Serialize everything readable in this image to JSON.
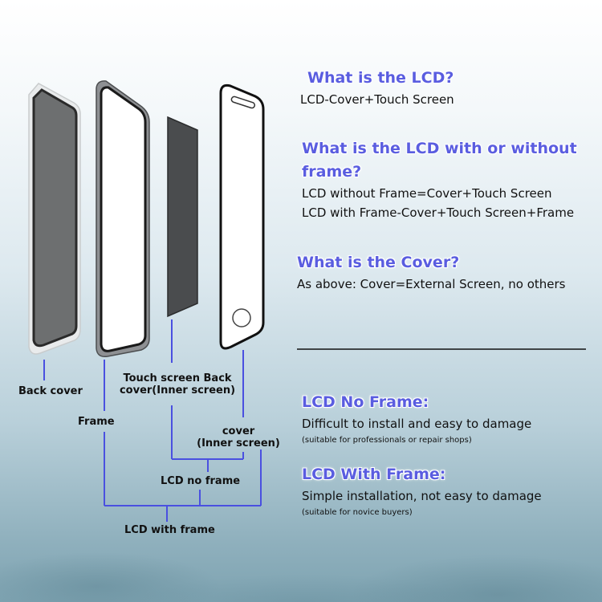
{
  "labels": {
    "back_cover": "Back cover",
    "frame": "Frame",
    "touch_screen_back": "Touch screen Back",
    "touch_screen_back_2": "cover(Inner screen)",
    "cover": "cover",
    "cover_2": "(Inner screen)",
    "lcd_no_frame": "LCD no frame",
    "lcd_with_frame": "LCD with frame"
  },
  "info": {
    "q1_title": "What is the LCD?",
    "q1_answer": "LCD-Cover+Touch Screen",
    "q2_title_1": "What is the LCD with or without",
    "q2_title_2": "frame?",
    "q2_answer_1": "LCD without Frame=Cover+Touch Screen",
    "q2_answer_2": "LCD with Frame-Cover+Touch Screen+Frame",
    "q3_title": "What is the Cover?",
    "q3_answer": "As above: Cover=External Screen, no others",
    "no_frame_title": "LCD No Frame:",
    "no_frame_desc": "Difficult to install and easy to damage",
    "no_frame_note": "(suitable for professionals or repair shops)",
    "with_frame_title": "LCD With Frame:",
    "with_frame_desc": "Simple installation, not easy to damage",
    "with_frame_note": "(suitable for novice buyers)"
  },
  "colors": {
    "heading": "#5a5de0",
    "connector": "#4a50e0"
  }
}
